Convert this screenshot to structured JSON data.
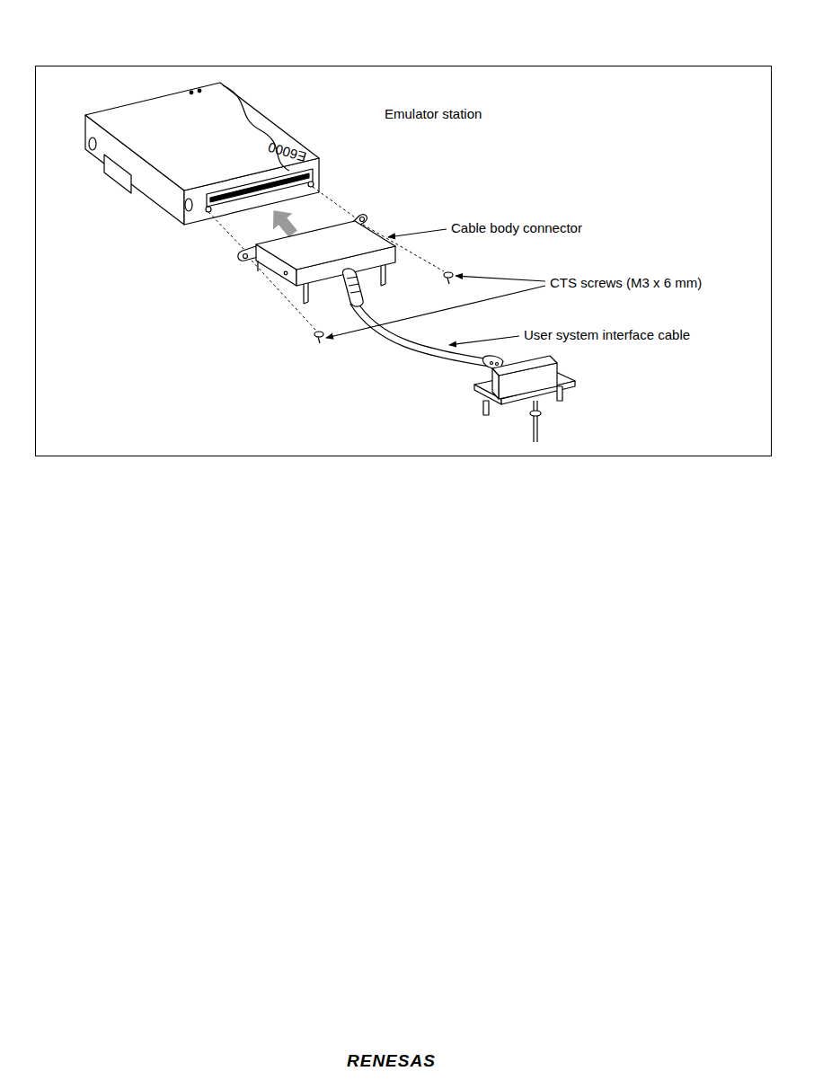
{
  "diagram": {
    "labels": [
      "Emulator station",
      "E6000",
      "Cable body connector",
      "CTS screws (M3 x 6 mm)",
      "User system interface cable",
      "RENESAS"
    ]
  }
}
